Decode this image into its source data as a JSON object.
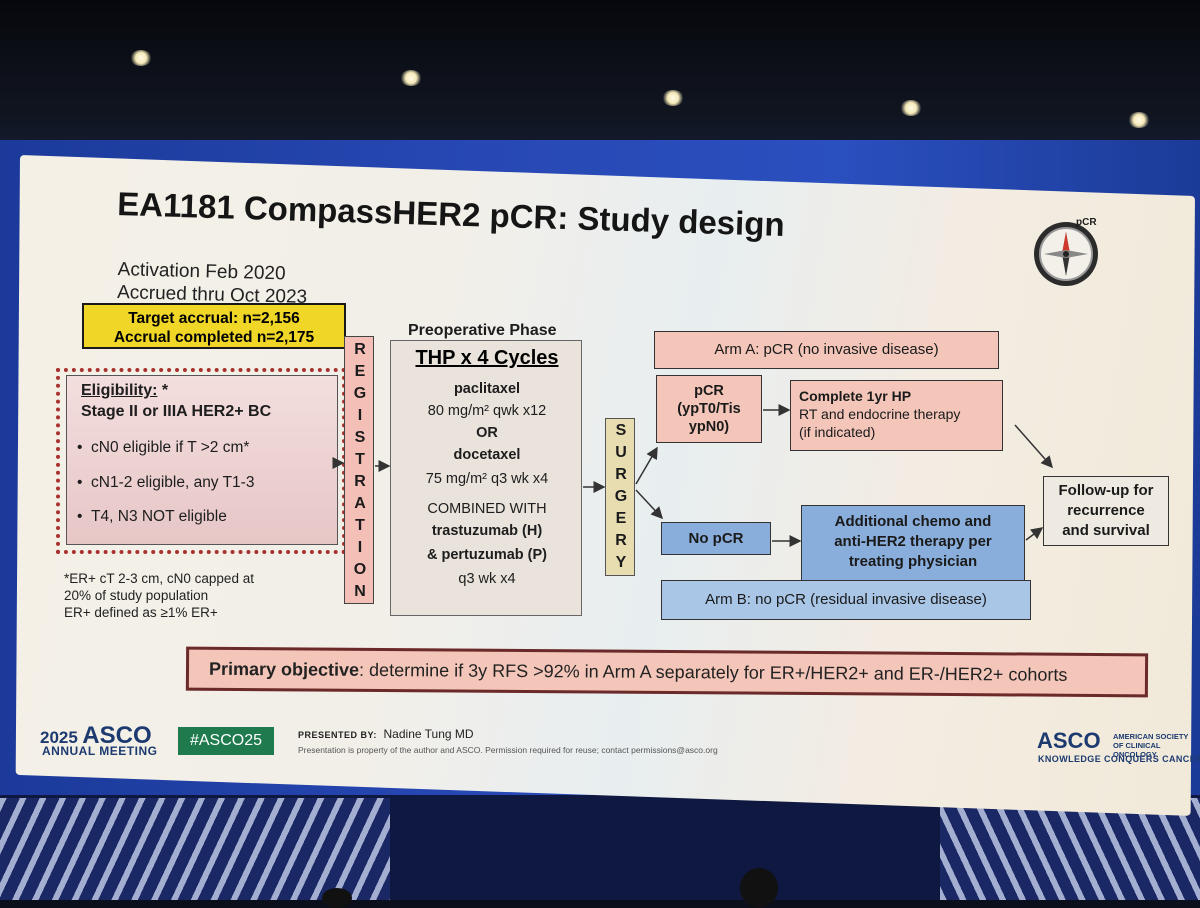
{
  "title": "EA1181 CompassHER2 pCR: Study design",
  "activation": [
    "Activation Feb 2020",
    "Accrued thru Oct 2023"
  ],
  "accrual": [
    "Target accrual: n=2,156",
    "Accrual completed n=2,175"
  ],
  "eligibility": {
    "header": "Eligibility:",
    "asterisk": " *",
    "stage": "Stage II or IIIA HER2+ BC",
    "items": [
      "cN0 eligible if T >2 cm*",
      "cN1-2 eligible, any T1-3",
      "T4, N3 NOT eligible"
    ],
    "footnote": [
      "*ER+ cT 2-3 cm, cN0 capped at",
      "20% of study population",
      "ER+ defined as ≥1% ER+"
    ]
  },
  "registration_letters": [
    "R",
    "E",
    "G",
    "I",
    "S",
    "T",
    "R",
    "A",
    "T",
    "I",
    "O",
    "N"
  ],
  "preoperative": {
    "label": "Preoperative Phase",
    "title": "THP x 4 Cycles",
    "lines": [
      "paclitaxel",
      "80 mg/m² qwk x12",
      "OR",
      "docetaxel",
      "75 mg/m² q3 wk x4",
      "COMBINED WITH",
      "trastuzumab (H)",
      "& pertuzumab (P)",
      "q3 wk x4"
    ]
  },
  "surgery_letters": [
    "S",
    "U",
    "R",
    "G",
    "E",
    "R",
    "Y"
  ],
  "arm_a": "Arm A: pCR (no invasive disease)",
  "pcr_box": [
    "pCR",
    "(ypT0/Tis",
    "ypN0)"
  ],
  "hp_box": [
    "Complete 1yr HP",
    "RT and endocrine therapy",
    "(if indicated)"
  ],
  "no_pcr": "No pCR",
  "chemo_box": [
    "Additional chemo and",
    "anti-HER2 therapy per",
    "treating physician"
  ],
  "arm_b": "Arm B: no pCR (residual invasive disease)",
  "followup": [
    "Follow-up for",
    "recurrence",
    "and survival"
  ],
  "objective": {
    "label": "Primary objective",
    "text": ": determine if 3y RFS >92% in Arm A separately for ER+/HER2+ and ER-/HER2+ cohorts"
  },
  "compass_label": "pCR",
  "footer": {
    "year": "2025",
    "asco": "ASCO",
    "meeting": "ANNUAL MEETING",
    "hashtag": "#ASCO25",
    "presented_by": "PRESENTED BY:",
    "presenter": "Nadine Tung MD",
    "disclaimer": "Presentation is property of the author and ASCO. Permission required for reuse; contact permissions@asco.org",
    "society": "AMERICAN SOCIETY OF CLINICAL ONCOLOGY",
    "tagline": "KNOWLEDGE CONQUERS CANCER"
  },
  "colors": {
    "accrual_yellow": "#f0d627",
    "pink_box": "#f3c6b9",
    "blue_box": "#8aaedc",
    "hashtag_green": "#1f7a4e",
    "asco_navy": "#1c3a70",
    "border_red": "#a8332e"
  }
}
